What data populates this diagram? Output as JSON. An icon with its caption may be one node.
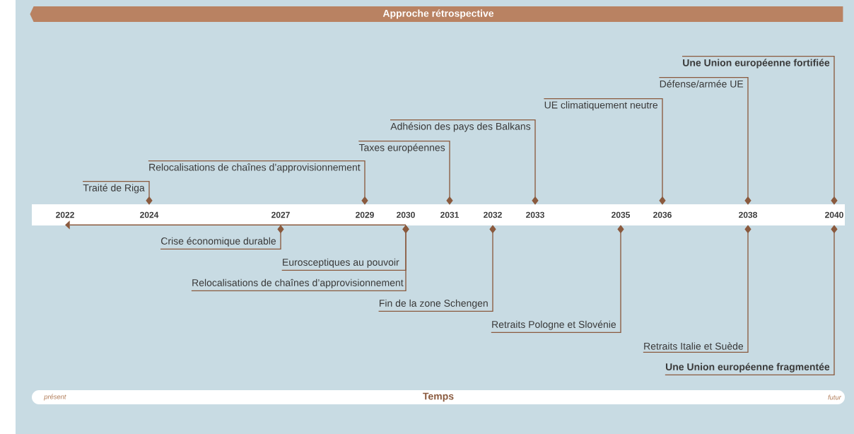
{
  "diagram": {
    "nodes": [
      {
        "text": [
          "Approche rétrospective"
        ]
      },
      {
        "text": [
          "Une Union européenne fortifiée"
        ]
      },
      {
        "text": [
          "Défense/armée UE"
        ]
      },
      {
        "text": [
          "UE climatiquement neutre"
        ]
      },
      {
        "text": [
          "Adhésion des pays des Balkans"
        ]
      },
      {
        "text": [
          "Taxes européennes"
        ]
      },
      {
        "text": [
          "Relocalisations de chaînes d’approvisionnement"
        ]
      },
      {
        "text": [
          "Traité de Riga"
        ]
      },
      {
        "text": [],
        "shape": "bar"
      },
      {
        "text": [
          "2022"
        ],
        "in": 8
      },
      {
        "text": [
          "2024"
        ],
        "in": 8
      },
      {
        "text": [
          "2027"
        ],
        "in": 8
      },
      {
        "text": [
          "2029"
        ],
        "in": 8
      },
      {
        "text": [
          "2030"
        ],
        "in": 8
      },
      {
        "text": [
          "2031"
        ],
        "in": 8
      },
      {
        "text": [
          "2032"
        ],
        "in": 8
      },
      {
        "text": [
          "2033"
        ],
        "in": 8
      },
      {
        "text": [
          "2035"
        ],
        "in": 8
      },
      {
        "text": [
          "2036"
        ],
        "in": 8
      },
      {
        "text": [
          "2038"
        ],
        "in": 8
      },
      {
        "text": [
          "2040"
        ],
        "in": 8
      },
      {
        "text": [
          "Crise économique durable"
        ]
      },
      {
        "text": [
          "Eurosceptiques au pouvoir"
        ]
      },
      {
        "text": [
          "Relocalisations de chaînes d’approvisionnement"
        ]
      },
      {
        "text": [
          "Fin de la zone Schengen"
        ]
      },
      {
        "text": [
          "Retraits Pologne et Slovénie"
        ]
      },
      {
        "text": [
          "Retraits Italie et Suède"
        ]
      },
      {
        "text": [
          "Une Union européenne fragmentée"
        ]
      },
      {
        "text": [
          "présent",
          "Temps",
          "futur"
        ]
      }
    ],
    "edges": [
      {
        "from": 7,
        "to": 10,
        "arrow": "other"
      },
      {
        "from": 6,
        "to": 12,
        "arrow": "other"
      },
      {
        "from": 5,
        "to": 14,
        "arrow": "other"
      },
      {
        "from": 4,
        "to": 16,
        "arrow": "other"
      },
      {
        "from": 3,
        "to": 18,
        "arrow": "other"
      },
      {
        "from": 2,
        "to": 19,
        "arrow": "other"
      },
      {
        "from": 1,
        "to": 20,
        "arrow": "other"
      },
      {
        "from": 11,
        "to": 9,
        "arrow": "to"
      },
      {
        "from": 11,
        "to": 13,
        "arrow": "none"
      },
      {
        "from": 21,
        "to": 11,
        "arrow": "other"
      },
      {
        "from": 22,
        "to": 13,
        "arrow": "other"
      },
      {
        "from": 23,
        "to": 13,
        "arrow": "other"
      },
      {
        "from": 24,
        "to": 15,
        "arrow": "other"
      },
      {
        "from": 25,
        "to": 17,
        "arrow": "other"
      },
      {
        "from": 26,
        "to": 19,
        "arrow": "other"
      },
      {
        "from": 27,
        "to": 20,
        "arrow": "other"
      }
    ]
  }
}
